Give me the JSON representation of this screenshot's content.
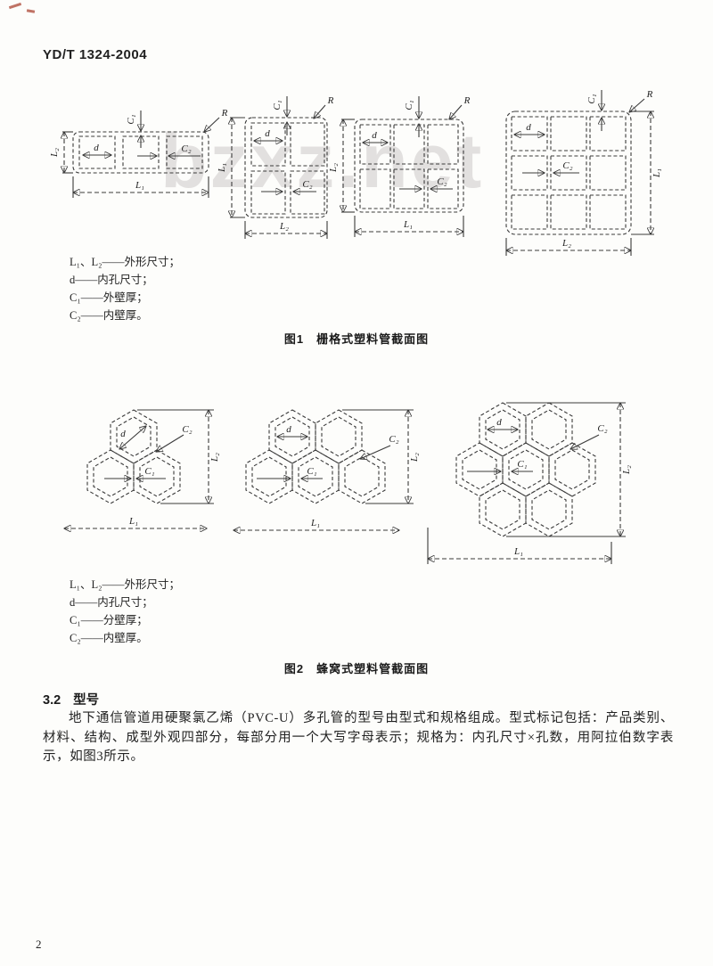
{
  "header": {
    "doc_number": "YD/T 1324-2004"
  },
  "watermark": {
    "text": "bzxz.net"
  },
  "figure1": {
    "caption": "图1　栅格式塑料管截面图",
    "legend": [
      "L₁、L₂——外形尺寸；",
      "d——内孔尺寸；",
      "C₁——外壁厚；",
      "C₂——内壁厚。"
    ],
    "diagrams": {
      "grid_1x3": {
        "c1": "C₁",
        "r": "R",
        "d": "d",
        "c2": "C₂",
        "vdim": "L₂",
        "hdim": "L₁"
      },
      "grid_2x2": {
        "c1": "C₁",
        "r": "R",
        "d": "d",
        "c2": "C₂",
        "vdim": "L₁",
        "hdim": "L₂"
      },
      "grid_2x3": {
        "c1": "C₁",
        "r": "R",
        "d": "d",
        "c2": "C₂",
        "vdim": "L₂",
        "hdim": "L₁"
      },
      "grid_3x3": {
        "c1": "C₁",
        "r": "R",
        "d": "d",
        "c2": "C₂",
        "vdim": "L₁",
        "hdim": "L₂"
      }
    }
  },
  "figure2": {
    "caption": "图2　蜂窝式塑料管截面图",
    "legend": [
      "L₁、L₂——外形尺寸；",
      "d——内孔尺寸；",
      "C₁——分壁厚；",
      "C₂——内壁厚。"
    ],
    "diagrams": {
      "honeycomb_3": {
        "d": "d",
        "c1": "C₁",
        "c2": "C₂",
        "vdim": "L₂",
        "hdim": "L₁"
      },
      "honeycomb_5": {
        "d": "d",
        "c1": "C₁",
        "c2": "C₂",
        "vdim": "L₂",
        "hdim": "L₁"
      },
      "honeycomb_7": {
        "d": "d",
        "c1": "C₁",
        "c2": "C₂",
        "vdim": "L₂",
        "hdim": "L₁"
      }
    }
  },
  "section": {
    "number": "3.2",
    "title": "型号",
    "paragraph": "地下通信管道用硬聚氯乙烯（PVC-U）多孔管的型号由型式和规格组成。型式标记包括：产品类别、材料、结构、成型外观四部分，每部分用一个大写字母表示；规格为：内孔尺寸×孔数，用阿拉伯数字表示，如图3所示。"
  },
  "footer": {
    "page_number": "2"
  }
}
